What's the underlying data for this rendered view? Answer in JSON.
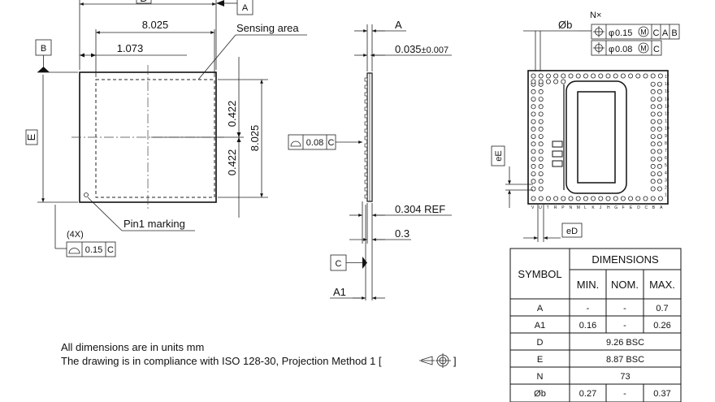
{
  "top_view": {
    "dim_d_label": "D",
    "dim_8025": "8.025",
    "dim_1073": "1.073",
    "sensing_area": "Sensing area",
    "datum_a": "A",
    "datum_b": "B",
    "dim_e_label": "E",
    "dim_0422_top": "0.422",
    "dim_0422_bottom": "0.422",
    "dim_8025_vertical": "8.025",
    "pin1_marking": "Pin1 marking",
    "qty_4x": "(4X)",
    "profile_tol": "0.15",
    "profile_datum": "C"
  },
  "side_view": {
    "dim_a_label": "A",
    "dim_0035": "0.035",
    "dim_0035_tol": "±0.007",
    "flat_tol": "0.08",
    "flat_datum": "C",
    "dim_0304_ref": "0.304 REF",
    "dim_03": "0.3",
    "datum_c": "C",
    "dim_a1_label": "A1"
  },
  "bottom_view": {
    "ob_label": "Øb",
    "nx_label": "N×",
    "fcf_row1": {
      "tol": "0.15",
      "mod": "M",
      "datums": [
        "C",
        "A",
        "B"
      ]
    },
    "fcf_row2": {
      "tol": "0.08",
      "mod": "M",
      "datums": [
        "C"
      ]
    },
    "ee_label": "eE",
    "ed_label": "eD",
    "row_numbers": [
      "17",
      "16",
      "15",
      "14",
      "13",
      "12",
      "11",
      "10",
      "9",
      "8",
      "7",
      "6",
      "5",
      "4",
      "3",
      "2",
      "1"
    ],
    "column_letters": [
      "V",
      "U",
      "T",
      "R",
      "P",
      "N",
      "M",
      "L",
      "K",
      "J",
      "H",
      "G",
      "F",
      "E",
      "D",
      "C",
      "B",
      "A"
    ]
  },
  "notes": {
    "line1": "All dimensions are in units mm",
    "line2": "The drawing is in compliance with ISO 128-30, Projection Method 1 ["
  },
  "table": {
    "symbol_header": "SYMBOL",
    "dimensions_header": "DIMENSIONS",
    "min_header": "MIN.",
    "nom_header": "NOM.",
    "max_header": "MAX.",
    "rows": [
      {
        "symbol": "A",
        "min": "-",
        "nom": "-",
        "max": "0.7"
      },
      {
        "symbol": "A1",
        "min": "0.16",
        "nom": "-",
        "max": "0.26"
      },
      {
        "symbol": "D",
        "span": "9.26 BSC"
      },
      {
        "symbol": "E",
        "span": "8.87 BSC"
      },
      {
        "symbol": "N",
        "span": "73"
      },
      {
        "symbol": "Øb",
        "min": "0.27",
        "nom": "-",
        "max": "0.37"
      }
    ]
  }
}
